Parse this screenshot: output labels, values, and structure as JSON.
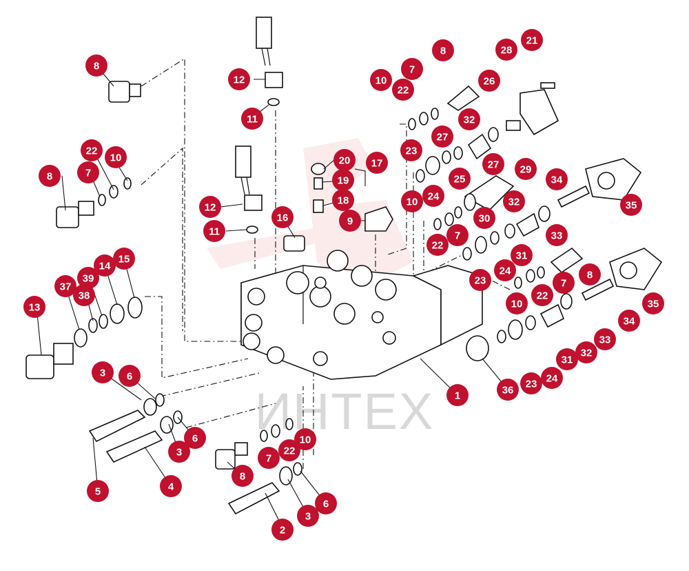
{
  "watermark": {
    "text": "ИНТЕХ",
    "color": "#d8d8d8",
    "logo_color": "#f4c7c7"
  },
  "callout_color": "#c0112e",
  "callouts": [
    {
      "id": "c8a",
      "label": "8"
    },
    {
      "id": "c12a",
      "label": "12"
    },
    {
      "id": "c11a",
      "label": "11"
    },
    {
      "id": "c10a",
      "label": "10"
    },
    {
      "id": "c7a",
      "label": "7"
    },
    {
      "id": "c22a",
      "label": "22"
    },
    {
      "id": "c8b",
      "label": "8"
    },
    {
      "id": "c28",
      "label": "28"
    },
    {
      "id": "c21",
      "label": "21"
    },
    {
      "id": "c26",
      "label": "26"
    },
    {
      "id": "c32a",
      "label": "32"
    },
    {
      "id": "c27a",
      "label": "27"
    },
    {
      "id": "c27b",
      "label": "27"
    },
    {
      "id": "c23a",
      "label": "23"
    },
    {
      "id": "c25",
      "label": "25"
    },
    {
      "id": "c24a",
      "label": "24"
    },
    {
      "id": "c29",
      "label": "29"
    },
    {
      "id": "c34a",
      "label": "34"
    },
    {
      "id": "c35a",
      "label": "35"
    },
    {
      "id": "c20",
      "label": "20"
    },
    {
      "id": "c17",
      "label": "17"
    },
    {
      "id": "c19",
      "label": "19"
    },
    {
      "id": "c18",
      "label": "18"
    },
    {
      "id": "c22b",
      "label": "22"
    },
    {
      "id": "c10b",
      "label": "10"
    },
    {
      "id": "c8c",
      "label": "8"
    },
    {
      "id": "c7b",
      "label": "7"
    },
    {
      "id": "c12b",
      "label": "12"
    },
    {
      "id": "c11b",
      "label": "11"
    },
    {
      "id": "c16",
      "label": "16"
    },
    {
      "id": "c9",
      "label": "9"
    },
    {
      "id": "c10c",
      "label": "10"
    },
    {
      "id": "c22c",
      "label": "22"
    },
    {
      "id": "c7c",
      "label": "7"
    },
    {
      "id": "c30",
      "label": "30"
    },
    {
      "id": "c32b",
      "label": "32"
    },
    {
      "id": "c33a",
      "label": "33"
    },
    {
      "id": "c24b",
      "label": "24"
    },
    {
      "id": "c31a",
      "label": "31"
    },
    {
      "id": "c23b",
      "label": "23"
    },
    {
      "id": "c8d",
      "label": "8"
    },
    {
      "id": "c7d",
      "label": "7"
    },
    {
      "id": "c22d",
      "label": "22"
    },
    {
      "id": "c10d",
      "label": "10"
    },
    {
      "id": "c35b",
      "label": "35"
    },
    {
      "id": "c34b",
      "label": "34"
    },
    {
      "id": "c33b",
      "label": "33"
    },
    {
      "id": "c32c",
      "label": "32"
    },
    {
      "id": "c31b",
      "label": "31"
    },
    {
      "id": "c24c",
      "label": "24"
    },
    {
      "id": "c23c",
      "label": "23"
    },
    {
      "id": "c36",
      "label": "36"
    },
    {
      "id": "c1",
      "label": "1"
    },
    {
      "id": "c15",
      "label": "15"
    },
    {
      "id": "c14",
      "label": "14"
    },
    {
      "id": "c39",
      "label": "39"
    },
    {
      "id": "c37",
      "label": "37"
    },
    {
      "id": "c38",
      "label": "38"
    },
    {
      "id": "c13",
      "label": "13"
    },
    {
      "id": "c3a",
      "label": "3"
    },
    {
      "id": "c6a",
      "label": "6"
    },
    {
      "id": "c3b",
      "label": "3"
    },
    {
      "id": "c6b",
      "label": "6"
    },
    {
      "id": "c5",
      "label": "5"
    },
    {
      "id": "c4",
      "label": "4"
    },
    {
      "id": "c10e",
      "label": "10"
    },
    {
      "id": "c22e",
      "label": "22"
    },
    {
      "id": "c7e",
      "label": "7"
    },
    {
      "id": "c8e",
      "label": "8"
    },
    {
      "id": "c3c",
      "label": "3"
    },
    {
      "id": "c6c",
      "label": "6"
    },
    {
      "id": "c2",
      "label": "2"
    }
  ]
}
